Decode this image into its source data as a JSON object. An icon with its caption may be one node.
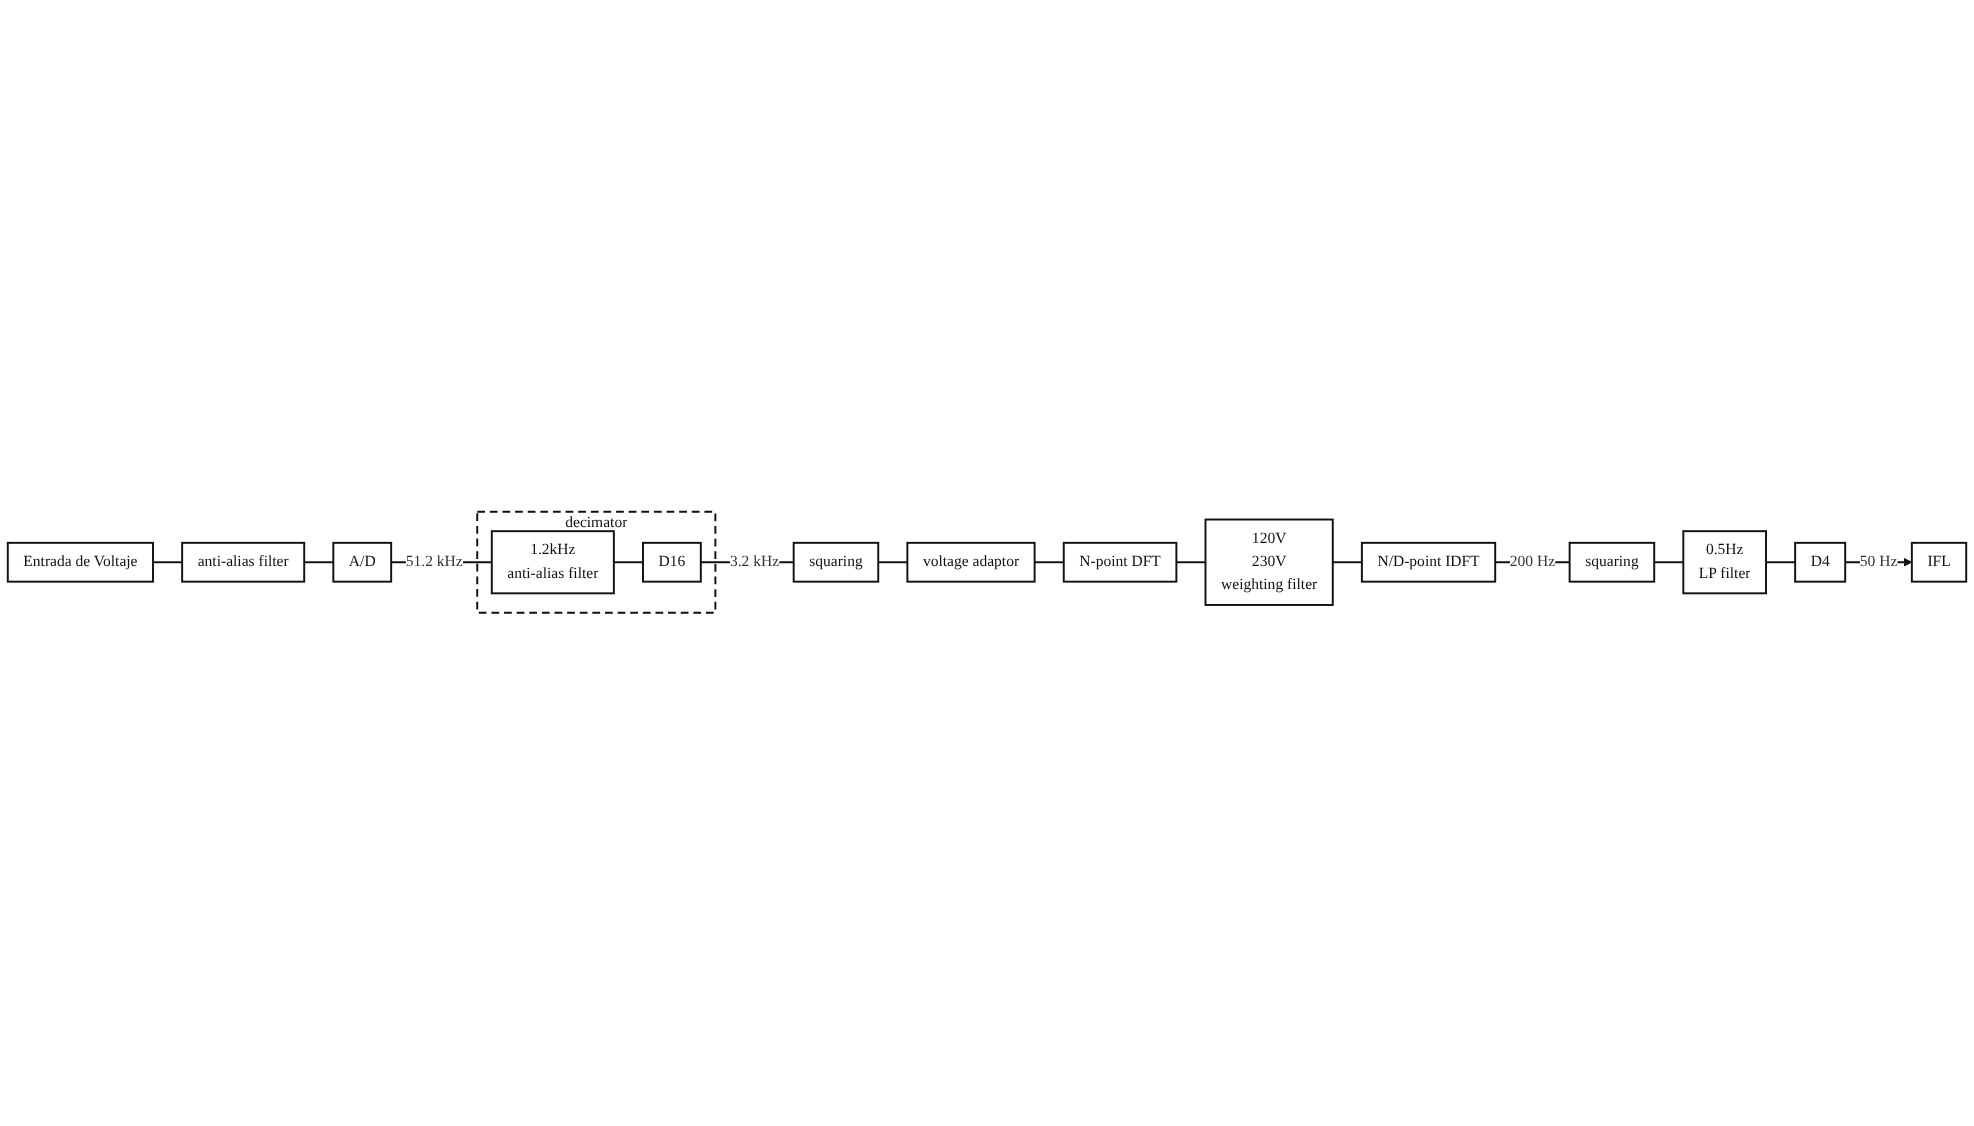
{
  "diagram": {
    "nodes": [
      {
        "text": [
          "Entrada de Voltaje"
        ]
      },
      {
        "text": [
          "anti-alias filter"
        ]
      },
      {
        "text": [
          "A/D"
        ]
      },
      {
        "text": [
          "decimator"
        ]
      },
      {
        "text": [
          "1.2kHz",
          "anti-alias filter"
        ],
        "in": 3
      },
      {
        "text": [
          "D16"
        ],
        "in": 3
      },
      {
        "text": [
          "squaring"
        ]
      },
      {
        "text": [
          "voltage adaptor"
        ]
      },
      {
        "text": [
          "N-point DFT"
        ]
      },
      {
        "text": [
          "120V",
          "230V",
          "weighting filter"
        ]
      },
      {
        "text": [
          "N/D-point IDFT"
        ]
      },
      {
        "text": [
          "squaring"
        ]
      },
      {
        "text": [
          "0.5Hz",
          "LP filter"
        ]
      },
      {
        "text": [
          "D4"
        ]
      },
      {
        "text": [
          "IFL"
        ]
      }
    ],
    "edges": [
      {
        "from": 0,
        "to": 1,
        "arrow": "none"
      },
      {
        "from": 1,
        "to": 2,
        "arrow": "none"
      },
      {
        "from": 2,
        "to": 4,
        "arrow": "none",
        "label": "51.2 kHz"
      },
      {
        "from": 4,
        "to": 5,
        "arrow": "none"
      },
      {
        "from": 5,
        "to": 6,
        "arrow": "none",
        "label": "3.2 kHz"
      },
      {
        "from": 6,
        "to": 7,
        "arrow": "none"
      },
      {
        "from": 7,
        "to": 8,
        "arrow": "none"
      },
      {
        "from": 8,
        "to": 9,
        "arrow": "none"
      },
      {
        "from": 9,
        "to": 10,
        "arrow": "none"
      },
      {
        "from": 10,
        "to": 11,
        "arrow": "none",
        "label": "200 Hz"
      },
      {
        "from": 11,
        "to": 12,
        "arrow": "none"
      },
      {
        "from": 12,
        "to": 13,
        "arrow": "none"
      },
      {
        "from": 13,
        "to": 14,
        "arrow": "to",
        "label": "50 Hz"
      }
    ]
  }
}
